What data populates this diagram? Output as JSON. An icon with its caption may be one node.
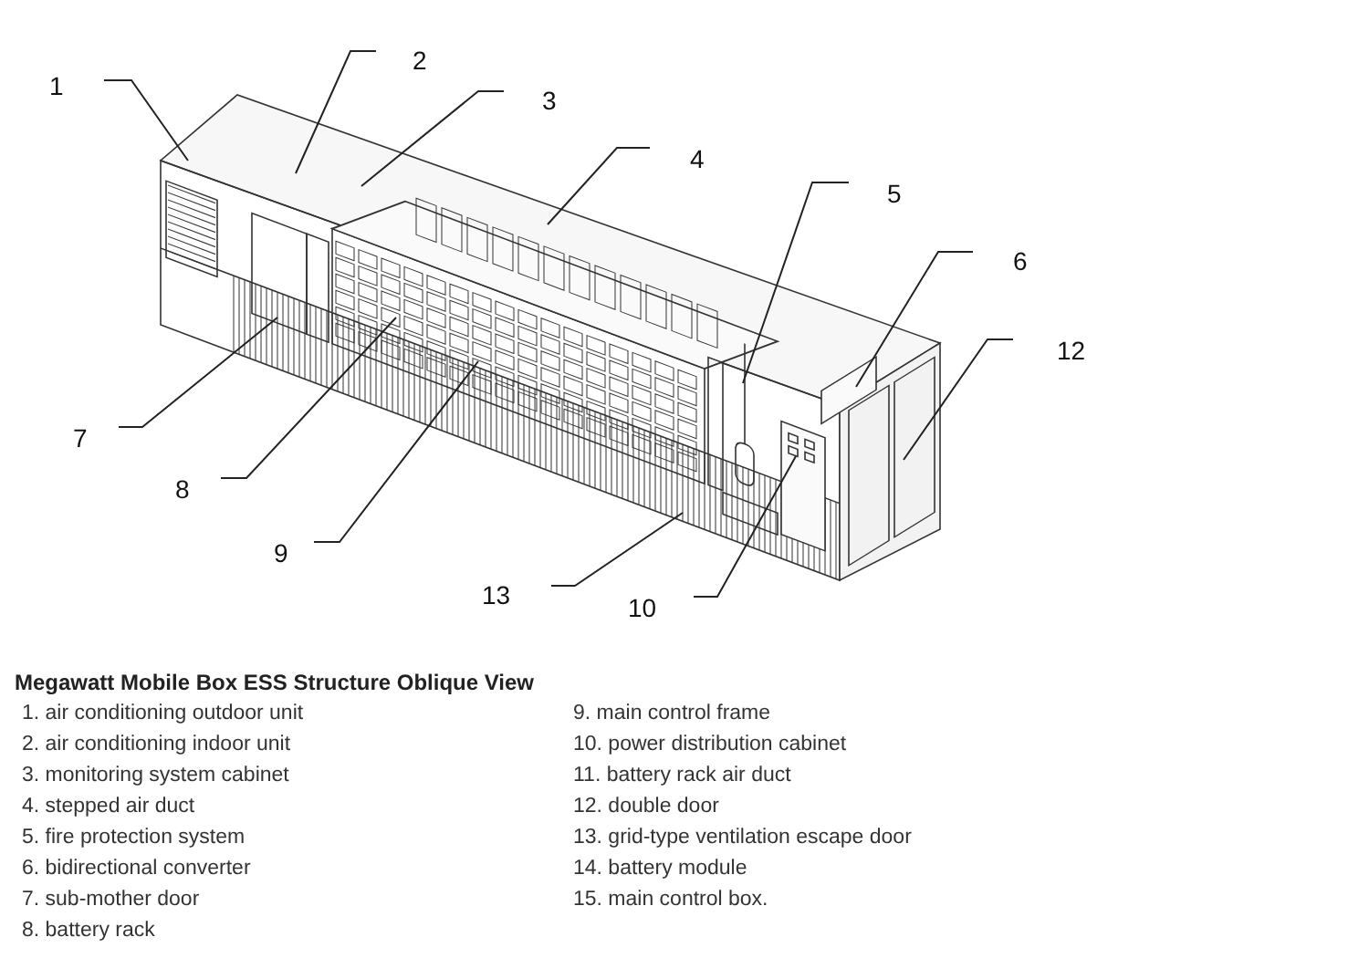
{
  "diagram": {
    "title": "Megawatt Mobile Box ESS Structure Oblique View",
    "nodes": [
      {
        "text": [
          "1"
        ]
      },
      {
        "text": [
          "2"
        ]
      },
      {
        "text": [
          "3"
        ]
      },
      {
        "text": [
          "4"
        ]
      },
      {
        "text": [
          "5"
        ]
      },
      {
        "text": [
          "6"
        ]
      },
      {
        "text": [
          "12"
        ]
      },
      {
        "text": [
          "7"
        ]
      },
      {
        "text": [
          "8"
        ]
      },
      {
        "text": [
          "9"
        ]
      },
      {
        "text": [
          "13"
        ]
      },
      {
        "text": [
          "10"
        ]
      }
    ],
    "edges": [
      {
        "from": 0,
        "to": null,
        "arrow": "none"
      },
      {
        "from": 1,
        "to": null,
        "arrow": "none"
      },
      {
        "from": 2,
        "to": null,
        "arrow": "none"
      },
      {
        "from": 3,
        "to": null,
        "arrow": "none"
      },
      {
        "from": 4,
        "to": null,
        "arrow": "none"
      },
      {
        "from": 5,
        "to": null,
        "arrow": "none"
      },
      {
        "from": 6,
        "to": null,
        "arrow": "none"
      },
      {
        "from": 7,
        "to": null,
        "arrow": "none"
      },
      {
        "from": 8,
        "to": null,
        "arrow": "none"
      },
      {
        "from": 9,
        "to": null,
        "arrow": "none"
      },
      {
        "from": 10,
        "to": null,
        "arrow": "none"
      },
      {
        "from": 11,
        "to": null,
        "arrow": "none"
      }
    ],
    "labels": [
      "1. air conditioning outdoor unit",
      "2. air conditioning indoor unit",
      "3. monitoring system cabinet",
      "4. stepped air duct",
      "5. fire protection system",
      "6. bidirectional converter",
      "7. sub-mother door",
      "8. battery rack",
      "9. main control frame",
      "10. power distribution cabinet",
      "11. battery rack air duct",
      "12. double door",
      "13. grid-type ventilation escape door",
      "14. battery module",
      "15. main control box."
    ]
  }
}
